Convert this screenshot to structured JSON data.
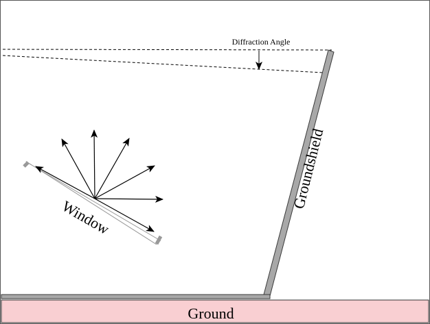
{
  "diagram": {
    "labels": {
      "diffraction_angle": "Diffraction Angle",
      "groundshield": "Groundshield",
      "window": "Window",
      "ground": "Ground"
    },
    "colors": {
      "background": "#ffffff",
      "border": "#555555",
      "ground_fill": "#f9cfd2",
      "ground_stroke": "#333333",
      "shield_fill": "#a8a8a8",
      "shield_stroke": "#3a3a3a",
      "window_end": "#999999",
      "line": "#000000"
    },
    "icons": {
      "arrow": "arrow-icon"
    }
  }
}
